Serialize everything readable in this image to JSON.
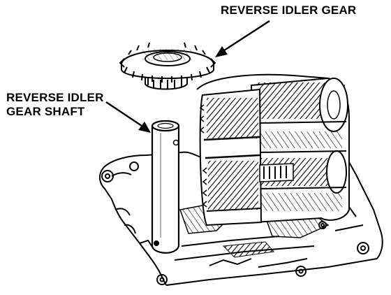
{
  "labels": {
    "reverse_idler_gear": "REVERSE IDLER GEAR",
    "reverse_idler_gear_shaft_line1": "REVERSE IDLER",
    "reverse_idler_gear_shaft_line2": "GEAR SHAFT"
  },
  "colors": {
    "ink": "#000000",
    "paper": "#ffffff"
  }
}
